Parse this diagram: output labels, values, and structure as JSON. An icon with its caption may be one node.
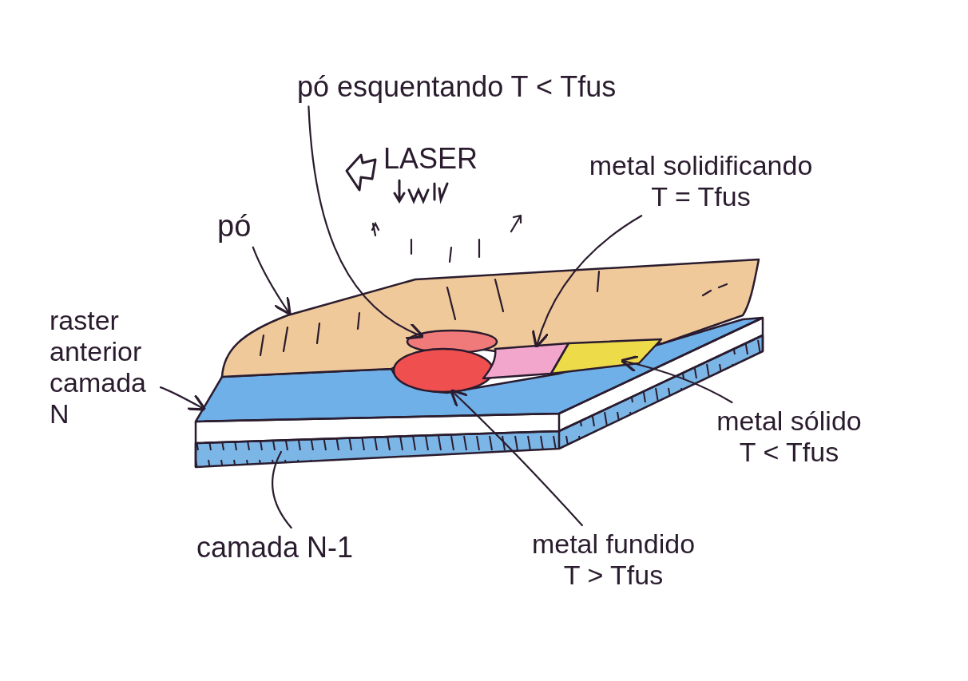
{
  "diagram": {
    "nodes": [
      {
        "text": [
          "pó esquentando T < Tfus"
        ]
      },
      {
        "text": [
          "metal solidificando T = Tfus"
        ]
      },
      {
        "text": [
          "pó"
        ]
      },
      {
        "text": [
          "raster anterior camada N"
        ]
      },
      {
        "text": [
          "metal sólido T < Tfus"
        ]
      },
      {
        "text": [
          "camada N-1"
        ]
      },
      {
        "text": [
          "metal fundido T > Tfus"
        ]
      },
      {
        "text": [],
        "shape": "box"
      },
      {
        "text": [],
        "shape": "circle",
        "in": 7
      },
      {
        "text": [],
        "shape": "circle"
      },
      {
        "text": [],
        "shape": "box"
      },
      {
        "text": [],
        "shape": "box"
      },
      {
        "text": [],
        "shape": "box"
      },
      {
        "text": [],
        "shape": "box"
      }
    ],
    "edges": [
      {
        "from": 2,
        "to": 7,
        "arrow": "to"
      },
      {
        "from": 0,
        "to": 8,
        "arrow": "to"
      },
      {
        "from": 1,
        "to": 10,
        "arrow": "to"
      },
      {
        "from": 3,
        "to": 12,
        "arrow": "to"
      },
      {
        "from": 5,
        "to": 13,
        "arrow": "none"
      },
      {
        "from": 6,
        "to": 9,
        "arrow": "to"
      },
      {
        "from": 4,
        "to": 11,
        "arrow": "to"
      }
    ],
    "labels": [
      "LASER"
    ]
  }
}
